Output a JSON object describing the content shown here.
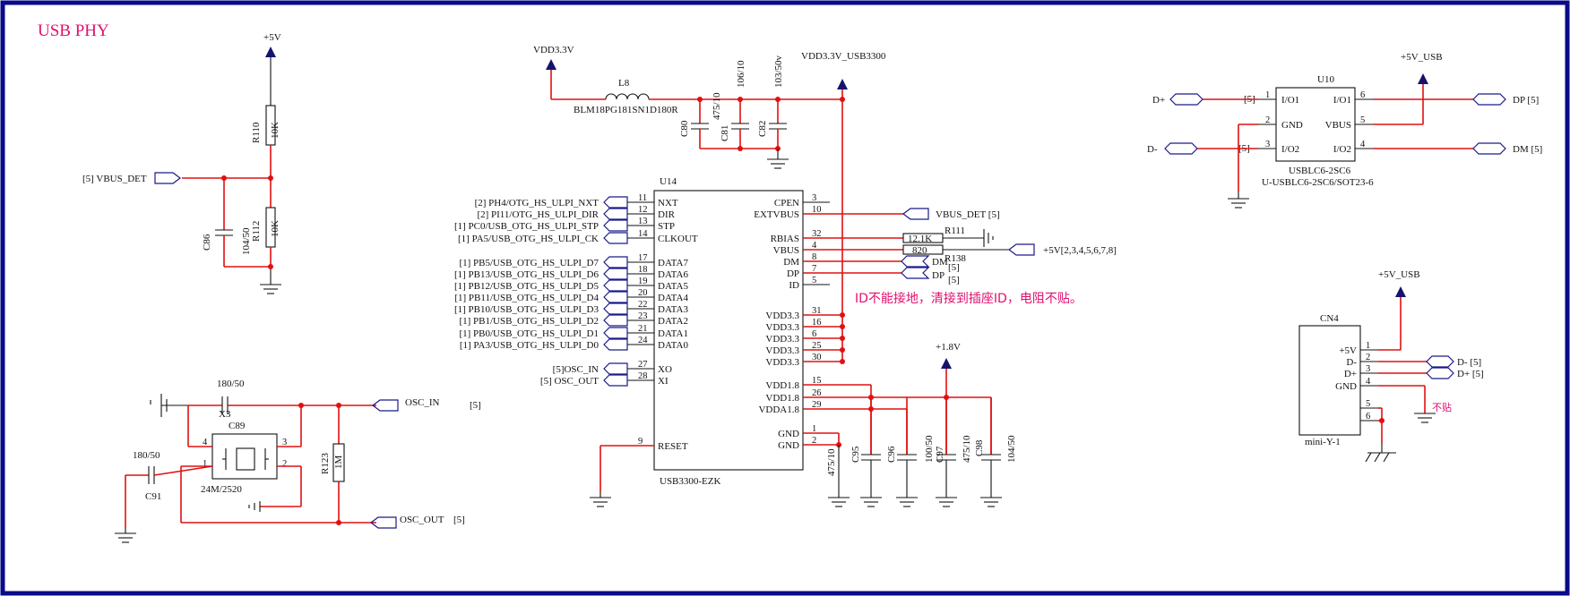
{
  "title": "USB  PHY",
  "note": "ID不能接地，清接到插座ID，电阻不贴。",
  "rails": {
    "p5v": "+5V",
    "vdd33": "VDD3.3V",
    "vdd33_usb": "VDD3.3V_USB3300",
    "p18v": "+1.8V",
    "p5v_usb": "+5V_USB",
    "p5v_list": "+5V[2,3,4,5,6,7,8]"
  },
  "nets": {
    "vbus_det_left": "[5] VBUS_DET",
    "vbus_det_right": "VBUS_DET [5]",
    "osc_in": "OSC_IN",
    "osc_out": "OSC_OUT",
    "ref5": "[5]",
    "dm_r": "DM",
    "dp_r": "DP",
    "dp_u10": "DP  [5]",
    "dm_u10": "DM  [5]",
    "d_plus": "D+",
    "d_minus": "D-",
    "dm_cn4": "D-  [5]",
    "dp_cn4": "D+  [5]"
  },
  "u14": {
    "ref": "U14",
    "part": "USB3300-EZK",
    "left_pins": [
      {
        "num": "11",
        "name": "NXT",
        "net": "[2] PH4/OTG_HS_ULPI_NXT"
      },
      {
        "num": "12",
        "name": "DIR",
        "net": "[2] PI11/OTG_HS_ULPI_DIR"
      },
      {
        "num": "13",
        "name": "STP",
        "net": "[1] PC0/USB_OTG_HS_ULPI_STP"
      },
      {
        "num": "14",
        "name": "CLKOUT",
        "net": "[1] PA5/USB_OTG_HS_ULPI_CK"
      },
      {
        "num": "17",
        "name": "DATA7",
        "net": "[1] PB5/USB_OTG_HS_ULPI_D7"
      },
      {
        "num": "18",
        "name": "DATA6",
        "net": "[1] PB13/USB_OTG_HS_ULPI_D6"
      },
      {
        "num": "19",
        "name": "DATA5",
        "net": "[1] PB12/USB_OTG_HS_ULPI_D5"
      },
      {
        "num": "20",
        "name": "DATA4",
        "net": "[1] PB11/USB_OTG_HS_ULPI_D4"
      },
      {
        "num": "22",
        "name": "DATA3",
        "net": "[1] PB10/USB_OTG_HS_ULPI_D3"
      },
      {
        "num": "23",
        "name": "DATA2",
        "net": "[1] PB1/USB_OTG_HS_ULPI_D2"
      },
      {
        "num": "21",
        "name": "DATA1",
        "net": "[1] PB0/USB_OTG_HS_ULPI_D1"
      },
      {
        "num": "24",
        "name": "DATA0",
        "net": "[1] PA3/USB_OTG_HS_ULPI_D0"
      },
      {
        "num": "27",
        "name": "XO",
        "net": "[5]OSC_IN"
      },
      {
        "num": "28",
        "name": "XI",
        "net": "[5] OSC_OUT"
      },
      {
        "num": "9",
        "name": "RESET",
        "net": ""
      }
    ],
    "right_pins": [
      {
        "num": "3",
        "name": "CPEN"
      },
      {
        "num": "10",
        "name": "EXTVBUS"
      },
      {
        "num": "32",
        "name": "RBIAS"
      },
      {
        "num": "4",
        "name": "VBUS"
      },
      {
        "num": "8",
        "name": "DM"
      },
      {
        "num": "7",
        "name": "DP"
      },
      {
        "num": "5",
        "name": "ID"
      },
      {
        "num": "31",
        "name": "VDD3.3"
      },
      {
        "num": "16",
        "name": "VDD3.3"
      },
      {
        "num": "6",
        "name": "VDD3.3"
      },
      {
        "num": "25",
        "name": "VDD3.3"
      },
      {
        "num": "30",
        "name": "VDD3.3"
      },
      {
        "num": "15",
        "name": "VDD1.8"
      },
      {
        "num": "26",
        "name": "VDD1.8"
      },
      {
        "num": "29",
        "name": "VDDA1.8"
      },
      {
        "num": "1",
        "name": "GND"
      },
      {
        "num": "2",
        "name": "GND"
      }
    ]
  },
  "u10": {
    "ref": "U10",
    "part": "USBLC6-2SC6",
    "part2": "U-USBLC6-2SC6/SOT23-6",
    "left_pins": [
      {
        "num": "1",
        "name": "I/O1"
      },
      {
        "num": "2",
        "name": "GND"
      },
      {
        "num": "3",
        "name": "I/O2"
      }
    ],
    "right_pins": [
      {
        "num": "6",
        "name": "I/O1"
      },
      {
        "num": "5",
        "name": "VBUS"
      },
      {
        "num": "4",
        "name": "I/O2"
      }
    ]
  },
  "cn4": {
    "ref": "CN4",
    "part": "mini-Y-1",
    "pins": [
      {
        "num": "1",
        "name": "+5V"
      },
      {
        "num": "2",
        "name": "D-"
      },
      {
        "num": "3",
        "name": "D+"
      },
      {
        "num": "4",
        "name": "GND"
      },
      {
        "num": "5",
        "name": ""
      },
      {
        "num": "6",
        "name": ""
      }
    ],
    "not_fitted": "不贴"
  },
  "parts": {
    "l8_ref": "L8",
    "l8_val": "BLM18PG181SN1D180R",
    "c80": "C80",
    "c81": "C81",
    "c81_val": "475/10",
    "c82": "C82",
    "c82_val": "103/50v",
    "c_106": "106/10",
    "r110": "R110",
    "r110_val": "10K",
    "r112": "R112",
    "r112_val": "10K",
    "c86": "C86",
    "c86_val": "104/50",
    "r111": "R111",
    "r111_val": "12.1K",
    "r138": "R138",
    "r138_val": "820",
    "x3": "X3",
    "x3_val": "24M/2520",
    "c89": "C89",
    "c89_val": "180/50",
    "c91": "C91",
    "c91_val": "180/50",
    "r123": "R123",
    "r123_val": "1M",
    "c95": "C95",
    "c96": "C96",
    "c97": "C97",
    "c98": "C98",
    "c99_val": "104/50",
    "c_475": "475/10",
    "c_100": "100/50",
    "c_475b": "475/10",
    "c_104": "104/50"
  },
  "colors": {
    "wire": "#e01010",
    "frame": "#0a0a8a",
    "header": "#e0106e",
    "symbol": "#14146e"
  }
}
